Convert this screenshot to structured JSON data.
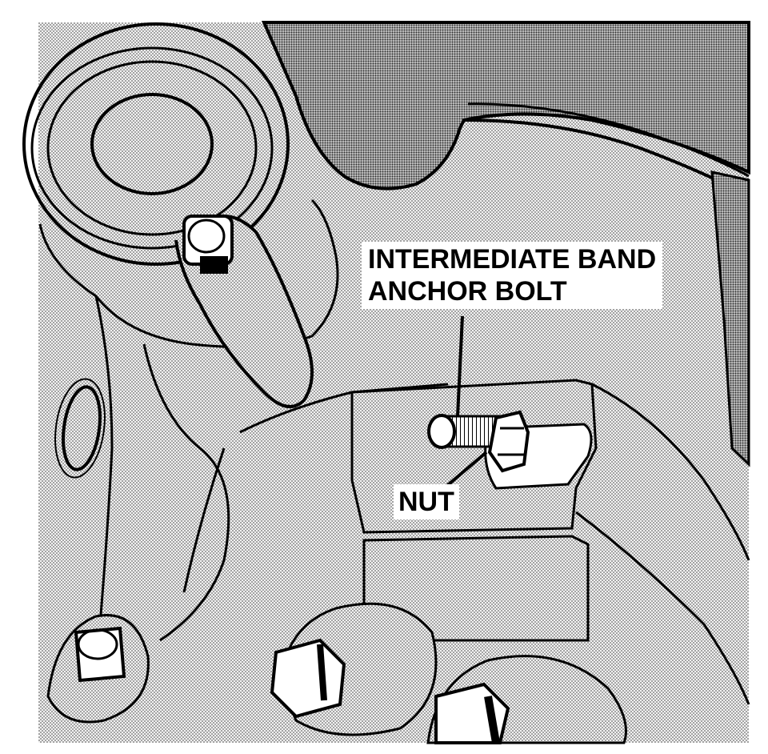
{
  "labels": {
    "anchor_bolt_line1": "INTERMEDIATE BAND",
    "anchor_bolt_line2": "ANCHOR BOLT",
    "nut": "NUT"
  }
}
